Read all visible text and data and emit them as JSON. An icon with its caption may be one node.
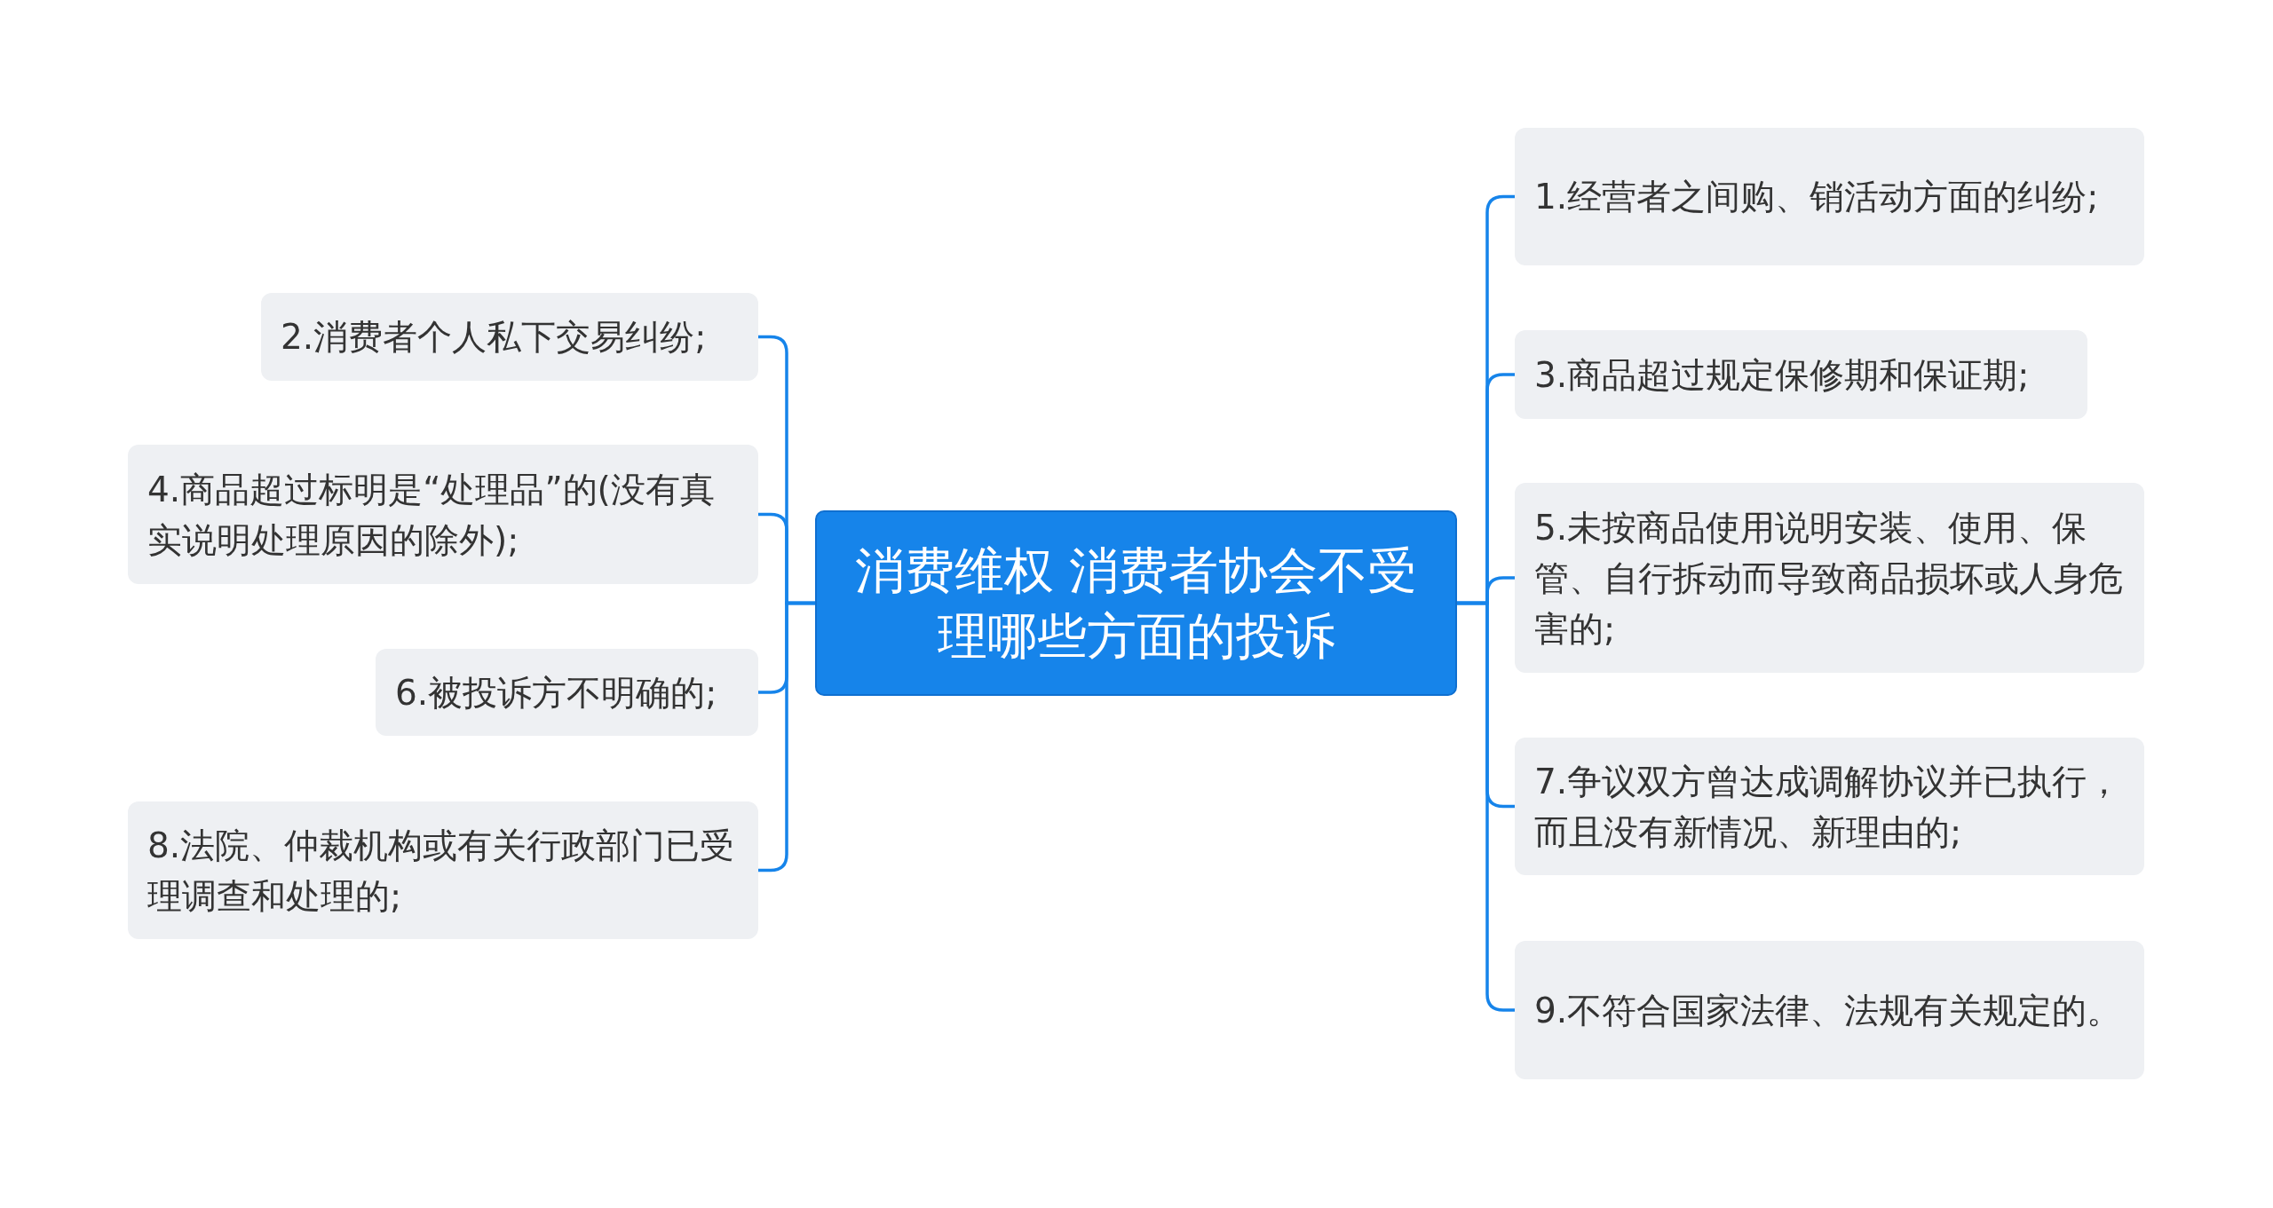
{
  "diagram": {
    "nodes": [
      {
        "text": [
          "消费维权 消费者协会不受理哪些方面的投诉"
        ]
      },
      {
        "text": [
          "1.经营者之间购、销活动方面的纠纷;"
        ]
      },
      {
        "text": [
          "2.消费者个人私下交易纠纷;"
        ]
      },
      {
        "text": [
          "3.商品超过规定保修期和保证期;"
        ]
      },
      {
        "text": [
          "4.商品超过标明是“处理品”的(没有真实说明处理原因的除外);"
        ]
      },
      {
        "text": [
          "5.未按商品使用说明安装、使用、保管、自行拆动而导致商品损坏或人身危害的;"
        ]
      },
      {
        "text": [
          "6.被投诉方不明确的;"
        ]
      },
      {
        "text": [
          "7.争议双方曾达成调解协议并已执行，而且没有新情况、新理由的;"
        ]
      },
      {
        "text": [
          "8.法院、仲裁机构或有关行政部门已受理调查和处理的;"
        ]
      },
      {
        "text": [
          "9.不符合国家法律、法规有关规定的。"
        ]
      }
    ],
    "edges": [
      {
        "from": 0,
        "to": 1,
        "arrow": "none"
      },
      {
        "from": 0,
        "to": 2,
        "arrow": "none"
      },
      {
        "from": 0,
        "to": 3,
        "arrow": "none"
      },
      {
        "from": 0,
        "to": 4,
        "arrow": "none"
      },
      {
        "from": 0,
        "to": 5,
        "arrow": "none"
      },
      {
        "from": 0,
        "to": 6,
        "arrow": "none"
      },
      {
        "from": 0,
        "to": 7,
        "arrow": "none"
      },
      {
        "from": 0,
        "to": 8,
        "arrow": "none"
      },
      {
        "from": 0,
        "to": 9,
        "arrow": "none"
      }
    ]
  }
}
